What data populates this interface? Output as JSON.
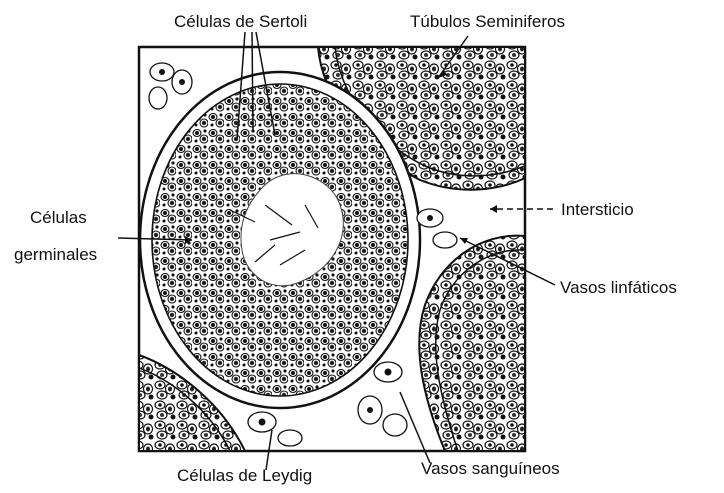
{
  "labels": {
    "sertoli": "Células de Sertoli",
    "tubulos": "Túbulos Seminiferos",
    "germinales_line1": "Células",
    "germinales_line2": "germinales",
    "intersticio": "Intersticio",
    "vasos_linfaticos": "Vasos linfáticos",
    "leydig": "Células de Leydig",
    "vasos_sanguineos": "Vasos sanguíneos"
  },
  "colors": {
    "ink": "#111111",
    "background": "#ffffff"
  }
}
